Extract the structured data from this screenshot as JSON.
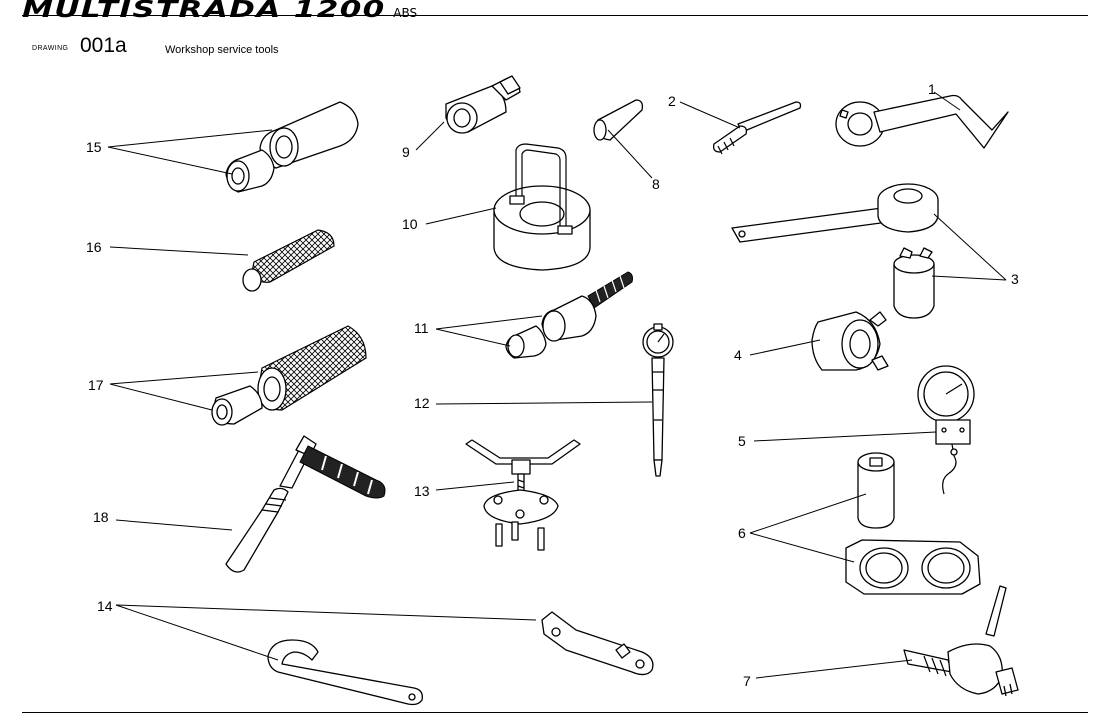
{
  "header": {
    "model": "MULTISTRADA 1200",
    "variant": "ABS",
    "drawing_label": "DRAWING",
    "drawing_code": "001a",
    "title": "Workshop service tools"
  },
  "callouts": [
    "1",
    "2",
    "3",
    "4",
    "5",
    "6",
    "7",
    "8",
    "9",
    "10",
    "11",
    "12",
    "13",
    "14",
    "15",
    "16",
    "17",
    "18"
  ]
}
